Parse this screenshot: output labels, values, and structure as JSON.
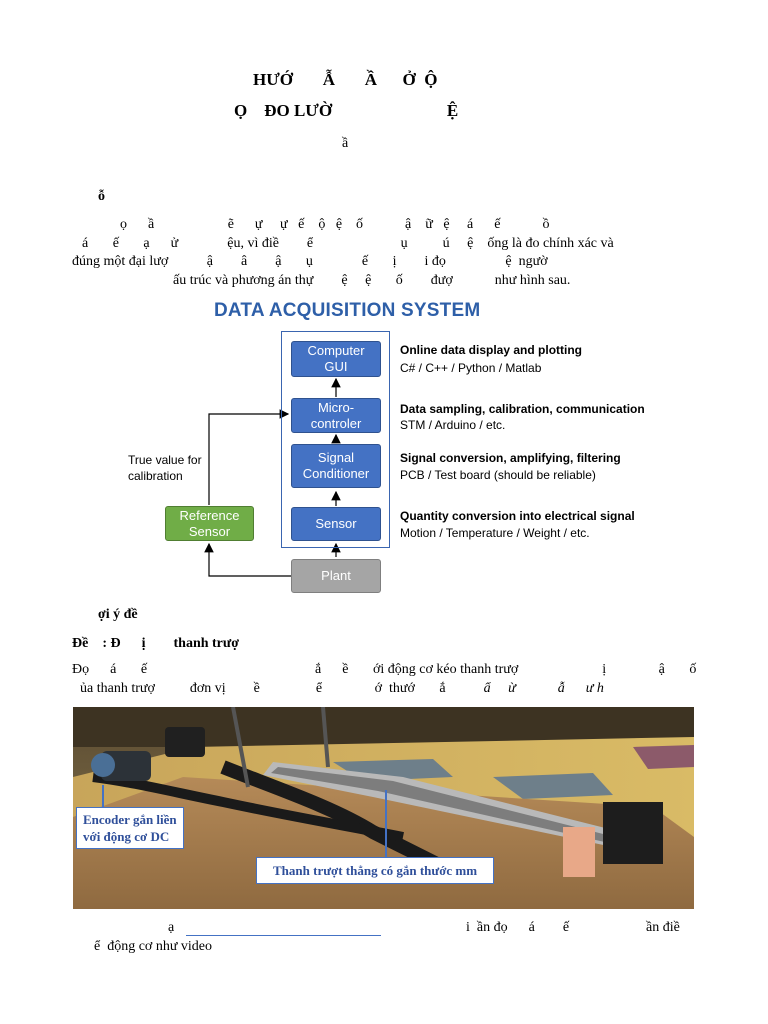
{
  "header": {
    "title_line1": "HƯỚ       Ẫ       Ầ      Ở  Ộ",
    "title_line2": "Ọ    ĐO LƯỜ                           Ệ",
    "title_line3": "ầ"
  },
  "section1": {
    "heading": "ỗ",
    "para_line1": "ọ      ầ                     ẽ      ự     ự   ế    ộ   ệ    ố            ậ    ữ   ệ     á      ế            ồ",
    "para_line2": "á       ế       ạ      ử              ệu, vì điề        ể                         ụ          ú     ệ    ống là đo chính xác và",
    "para_line3": "đúng một đại lượ           ậ        â        ậ       ụ              ế       ị        i đọ                 ệ  ngườ",
    "para_line4": "ấu trúc và phương án thự        ệ     ệ       ố        đượ            như hình sau."
  },
  "diagram": {
    "title": "DATA ACQUISITION SYSTEM",
    "blocks": {
      "gui": "Computer\nGUI",
      "micro": "Micro-\ncontroler",
      "signal": "Signal\nConditioner",
      "sensor": "Sensor",
      "plant": "Plant",
      "reference": "Reference\nSensor"
    },
    "true_value_line1": "True value for",
    "true_value_line2": "calibration",
    "descriptions": [
      {
        "heading": "Online data display and plotting",
        "sub": "C# / C++ / Python / Matlab"
      },
      {
        "heading": "Data sampling, calibration, communication",
        "sub": "STM / Arduino / etc."
      },
      {
        "heading": "Signal conversion, amplifying, filtering",
        "sub": "PCB / Test board (should be reliable)"
      },
      {
        "heading": "Quantity conversion into electrical signal",
        "sub": "Motion / Temperature / Weight / etc."
      }
    ],
    "colors": {
      "blue": "#4472c4",
      "green": "#70ad47",
      "gray": "#a5a5a5",
      "title": "#2e5fa8"
    }
  },
  "section2": {
    "heading": "ợi ý đề",
    "topic_prefix": "Đề",
    "topic_mid": ": Đ      ị",
    "topic_name": "thanh trượ",
    "line1": "Đọ      á       ế                                                ắ      ề       ới động cơ kéo thanh trượ                        ị               ậ       ố",
    "line2": "ủa thanh trượ          đơn vị        ề                ể               ớ  thướ       ắ",
    "line2_italic": "ẩ     ừ            ẫ      ư h"
  },
  "photo": {
    "callout_encoder_line1": "Encoder gắn liền",
    "callout_encoder_line2": "với động cơ DC",
    "callout_rail": "Thanh trượt thẳng có gắn thước mm"
  },
  "footer": {
    "line1_left": "ạ",
    "line1_right": "i  ần đọ      á        ế                      ần điề",
    "line2": "ể  động cơ như video"
  }
}
